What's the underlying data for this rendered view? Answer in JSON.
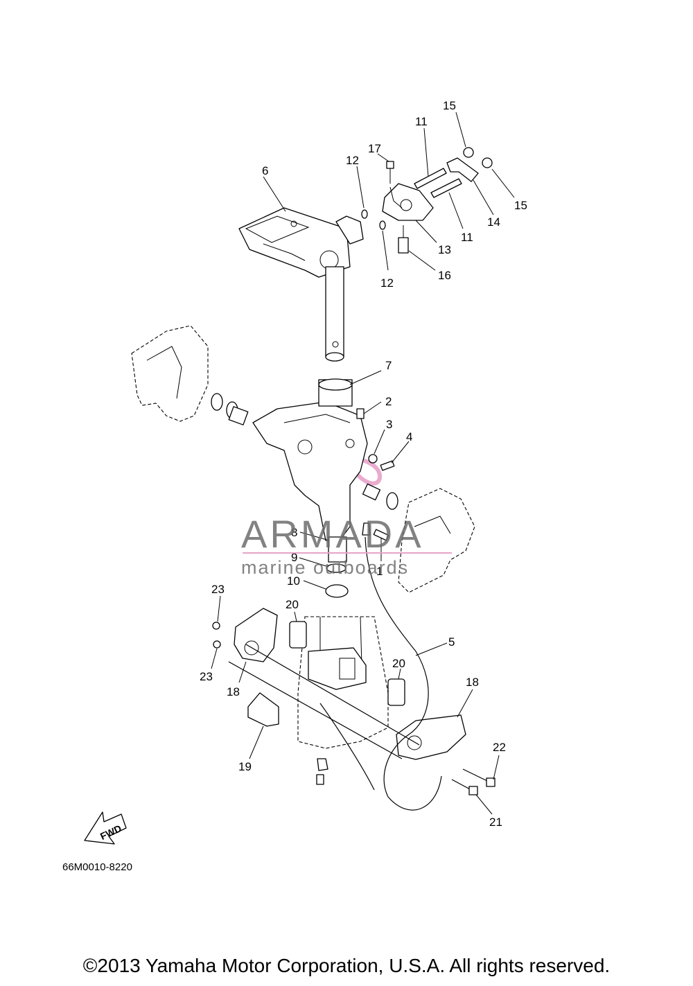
{
  "callouts": [
    {
      "id": "c1",
      "text": "1"
    },
    {
      "id": "c2",
      "text": "2"
    },
    {
      "id": "c3",
      "text": "3"
    },
    {
      "id": "c4",
      "text": "4"
    },
    {
      "id": "c5",
      "text": "5"
    },
    {
      "id": "c6",
      "text": "6"
    },
    {
      "id": "c7",
      "text": "7"
    },
    {
      "id": "c8",
      "text": "8"
    },
    {
      "id": "c9",
      "text": "9"
    },
    {
      "id": "c10",
      "text": "10"
    },
    {
      "id": "c11a",
      "text": "11"
    },
    {
      "id": "c11b",
      "text": "11"
    },
    {
      "id": "c12a",
      "text": "12"
    },
    {
      "id": "c12b",
      "text": "12"
    },
    {
      "id": "c13",
      "text": "13"
    },
    {
      "id": "c14",
      "text": "14"
    },
    {
      "id": "c15a",
      "text": "15"
    },
    {
      "id": "c15b",
      "text": "15"
    },
    {
      "id": "c16",
      "text": "16"
    },
    {
      "id": "c17",
      "text": "17"
    },
    {
      "id": "c18a",
      "text": "18"
    },
    {
      "id": "c18b",
      "text": "18"
    },
    {
      "id": "c19",
      "text": "19"
    },
    {
      "id": "c20a",
      "text": "20"
    },
    {
      "id": "c20b",
      "text": "20"
    },
    {
      "id": "c21",
      "text": "21"
    },
    {
      "id": "c22",
      "text": "22"
    },
    {
      "id": "c23a",
      "text": "23"
    },
    {
      "id": "c23b",
      "text": "23"
    }
  ],
  "fwd_label": "FWD",
  "drawing_code": "66M0010-8220",
  "watermark": {
    "brand": "ARMADA",
    "tagline": "marine outboards",
    "logo_color": "#e8a3c8"
  },
  "copyright": "©2013 Yamaha Motor Corporation, U.S.A. All rights reserved."
}
